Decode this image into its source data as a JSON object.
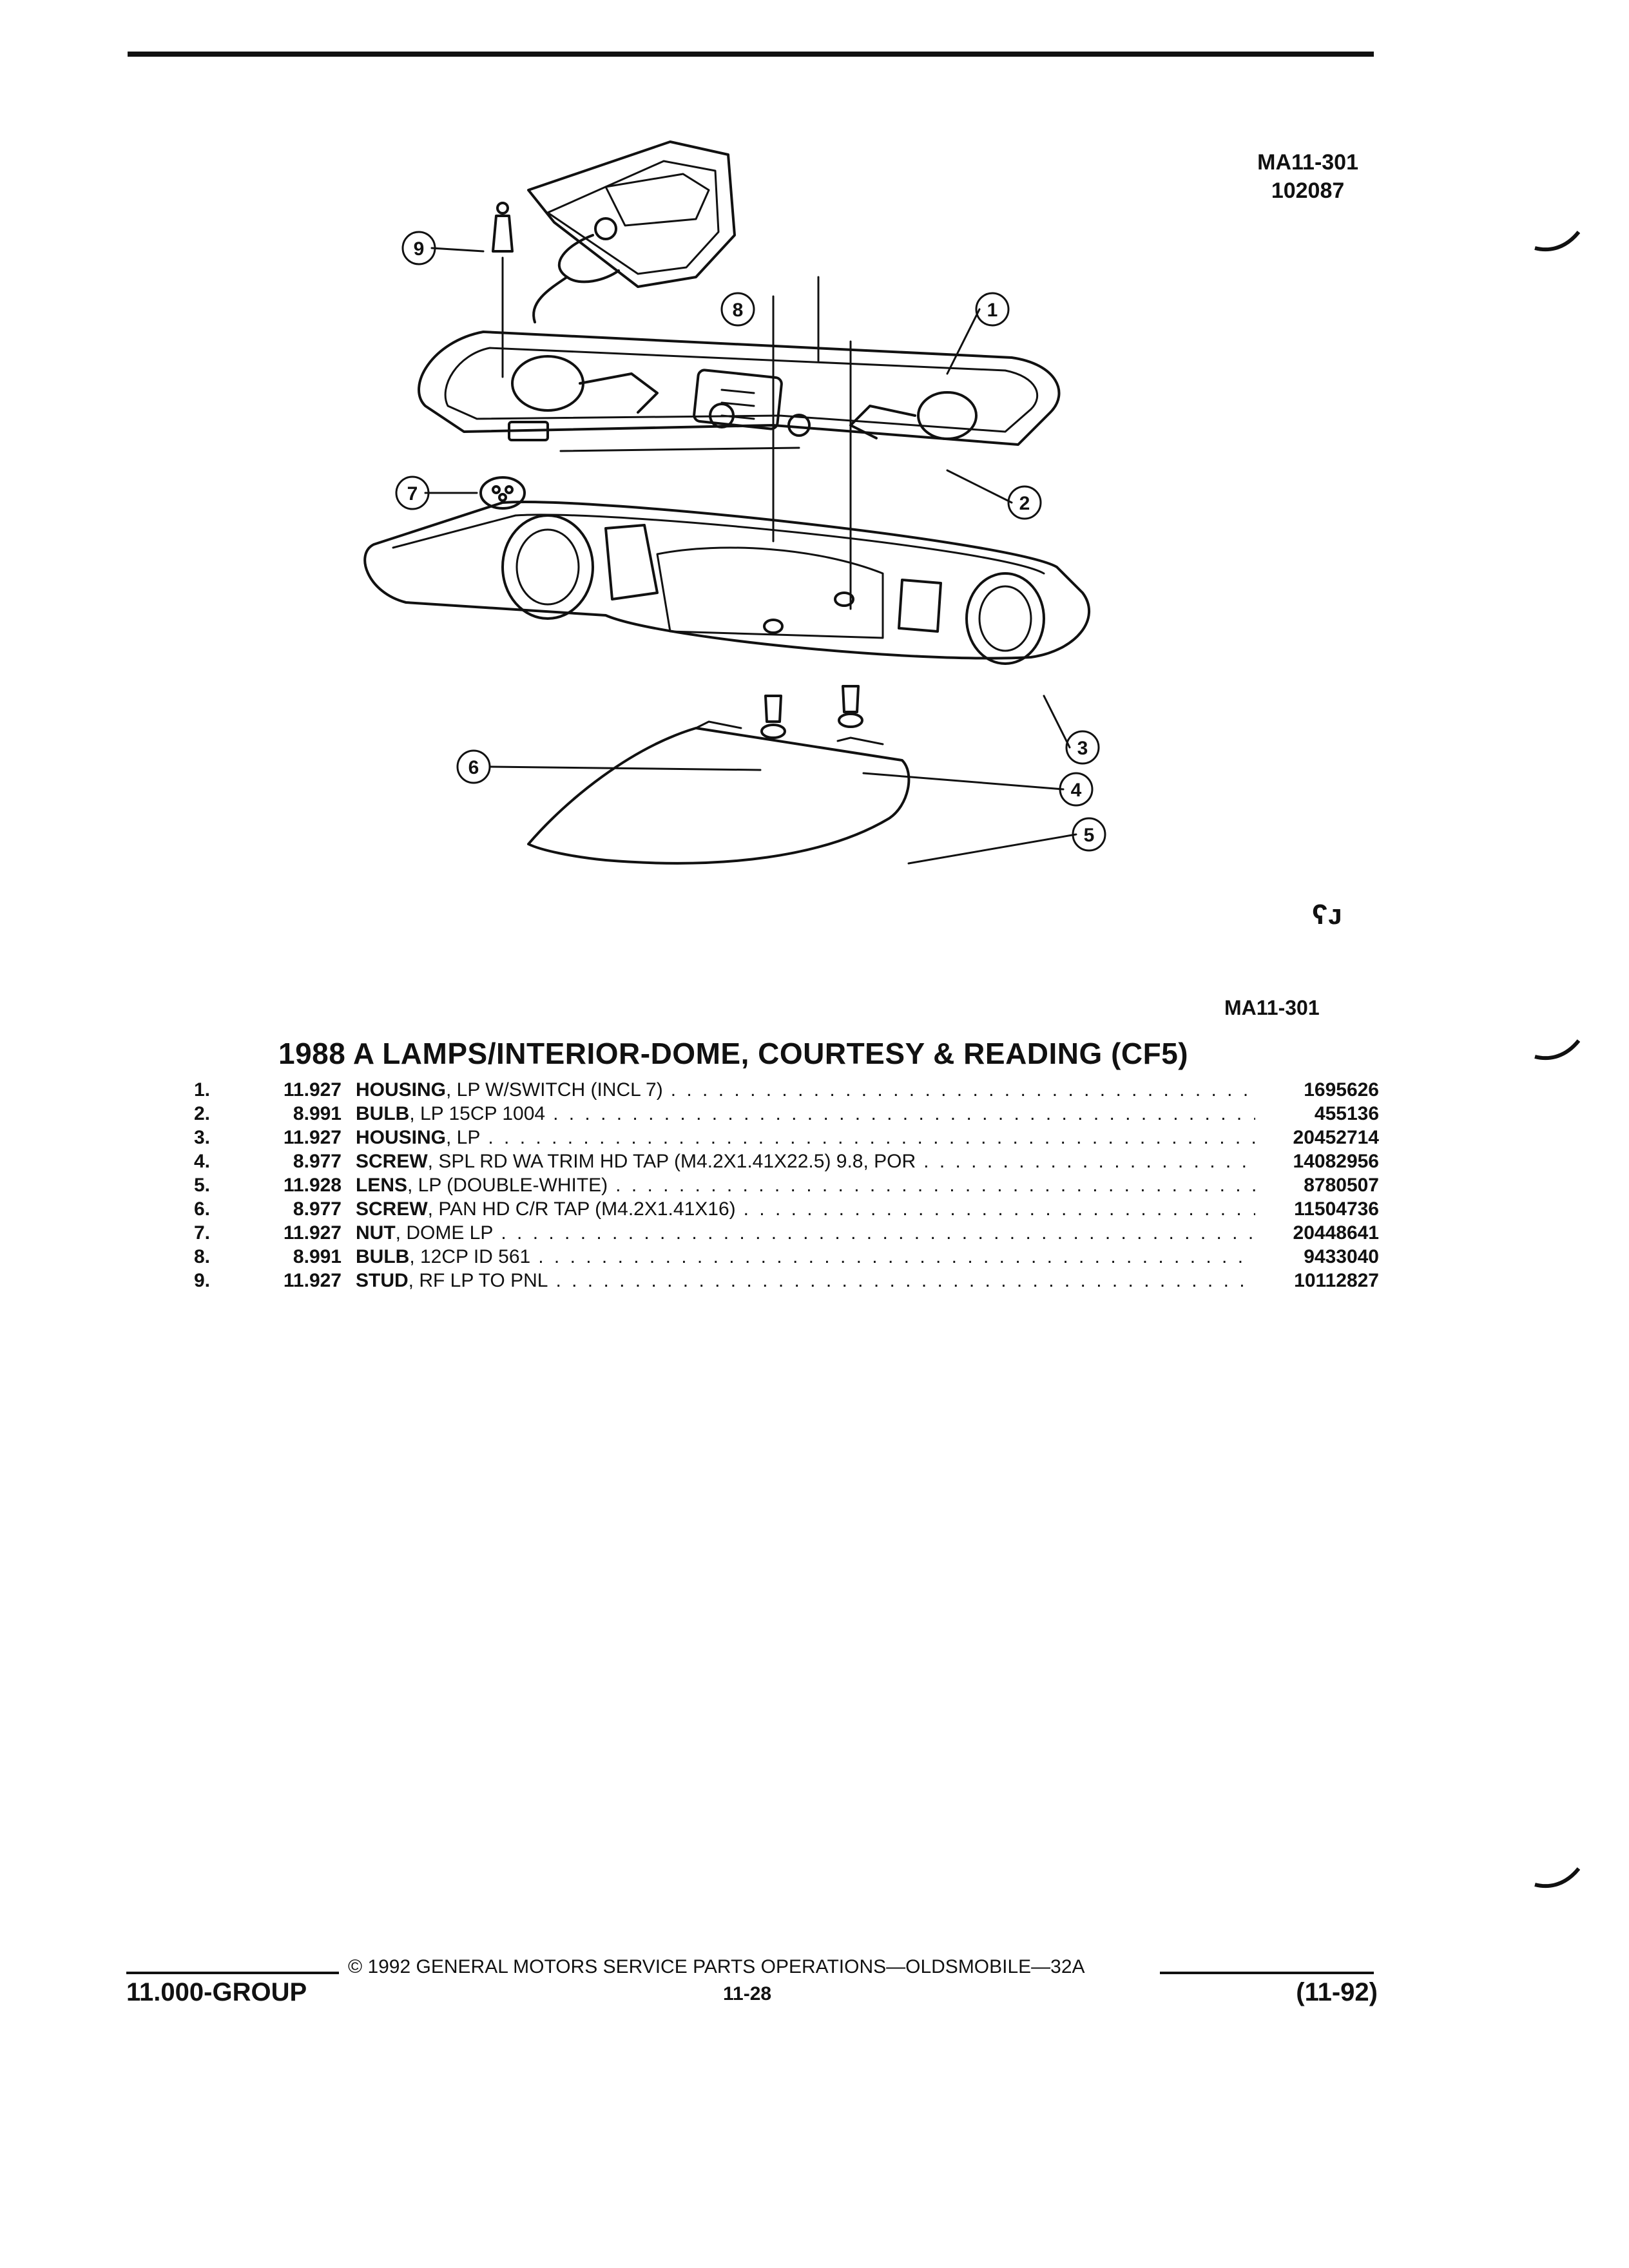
{
  "figure": {
    "id_top": "MA11-301",
    "id_date": "102087",
    "id_bottom": "MA11-301",
    "mark": "ʕᴊ",
    "callouts": [
      "1",
      "2",
      "3",
      "4",
      "5",
      "6",
      "7",
      "8",
      "9"
    ]
  },
  "title": "1988 A LAMPS/INTERIOR-DOME, COURTESY & READING (CF5)",
  "parts": [
    {
      "num": "1.",
      "group": "11.927",
      "name": "HOUSING",
      "detail": ", LP W/SWITCH (INCL 7)",
      "part_no": "1695626"
    },
    {
      "num": "2.",
      "group": "8.991",
      "name": "BULB",
      "detail": ", LP 15CP 1004",
      "part_no": "455136"
    },
    {
      "num": "3.",
      "group": "11.927",
      "name": "HOUSING",
      "detail": ", LP",
      "part_no": "20452714"
    },
    {
      "num": "4.",
      "group": "8.977",
      "name": "SCREW",
      "detail": ", SPL RD WA TRIM HD TAP (M4.2X1.41X22.5) 9.8, POR",
      "part_no": "14082956"
    },
    {
      "num": "5.",
      "group": "11.928",
      "name": "LENS",
      "detail": ", LP (DOUBLE-WHITE)",
      "part_no": "8780507"
    },
    {
      "num": "6.",
      "group": "8.977",
      "name": "SCREW",
      "detail": ", PAN HD C/R TAP (M4.2X1.41X16)",
      "part_no": "11504736"
    },
    {
      "num": "7.",
      "group": "11.927",
      "name": "NUT",
      "detail": ", DOME LP",
      "part_no": "20448641"
    },
    {
      "num": "8.",
      "group": "8.991",
      "name": "BULB",
      "detail": ", 12CP ID 561",
      "part_no": "9433040"
    },
    {
      "num": "9.",
      "group": "11.927",
      "name": "STUD",
      "detail": ", RF LP TO PNL",
      "part_no": "10112827"
    }
  ],
  "footer": {
    "copyright": "© 1992 GENERAL MOTORS SERVICE PARTS OPERATIONS—OLDSMOBILE—32A",
    "group": "11.000-GROUP",
    "page": "11-28",
    "date": "(11-92)"
  }
}
